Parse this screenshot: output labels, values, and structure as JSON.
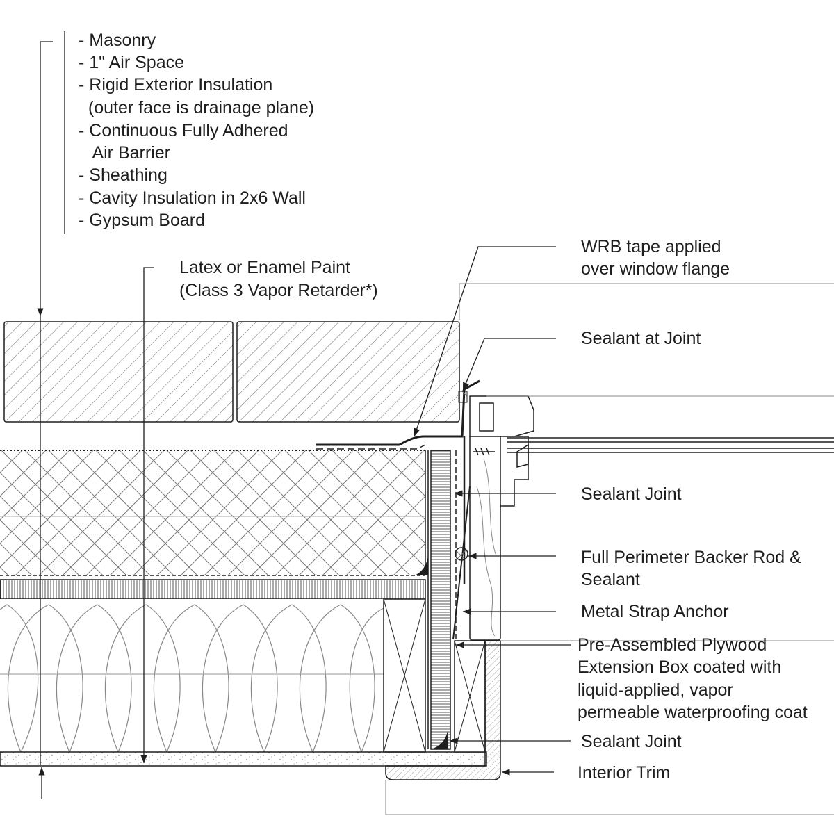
{
  "wall_assembly": {
    "layers": [
      "- Masonry",
      "- 1\" Air Space",
      "- Rigid Exterior Insulation",
      "  (outer face is drainage plane)",
      "- Continuous Fully Adhered",
      "   Air Barrier",
      "- Sheathing",
      "- Cavity Insulation in 2x6 Wall",
      "- Gypsum Board"
    ]
  },
  "paint": {
    "lines": [
      "Latex or Enamel Paint",
      "(Class 3 Vapor Retarder*)"
    ]
  },
  "callouts": {
    "wrb_tape": [
      "WRB tape applied",
      "over window flange"
    ],
    "sealant_at_joint": [
      "Sealant at Joint"
    ],
    "sealant_joint_upper": [
      "Sealant Joint"
    ],
    "backer_rod": [
      "Full Perimeter Backer Rod &",
      "Sealant"
    ],
    "metal_strap": [
      "Metal Strap Anchor"
    ],
    "extension_box": [
      "Pre-Assembled Plywood",
      "Extension Box coated with",
      "liquid-applied, vapor",
      "permeable waterproofing coat"
    ],
    "sealant_joint_lower": [
      "Sealant Joint"
    ],
    "interior_trim": [
      "Interior Trim"
    ]
  },
  "colors": {
    "line": "#1e1e1e",
    "thin_line": "#8a8a8a",
    "background": "#ffffff"
  }
}
